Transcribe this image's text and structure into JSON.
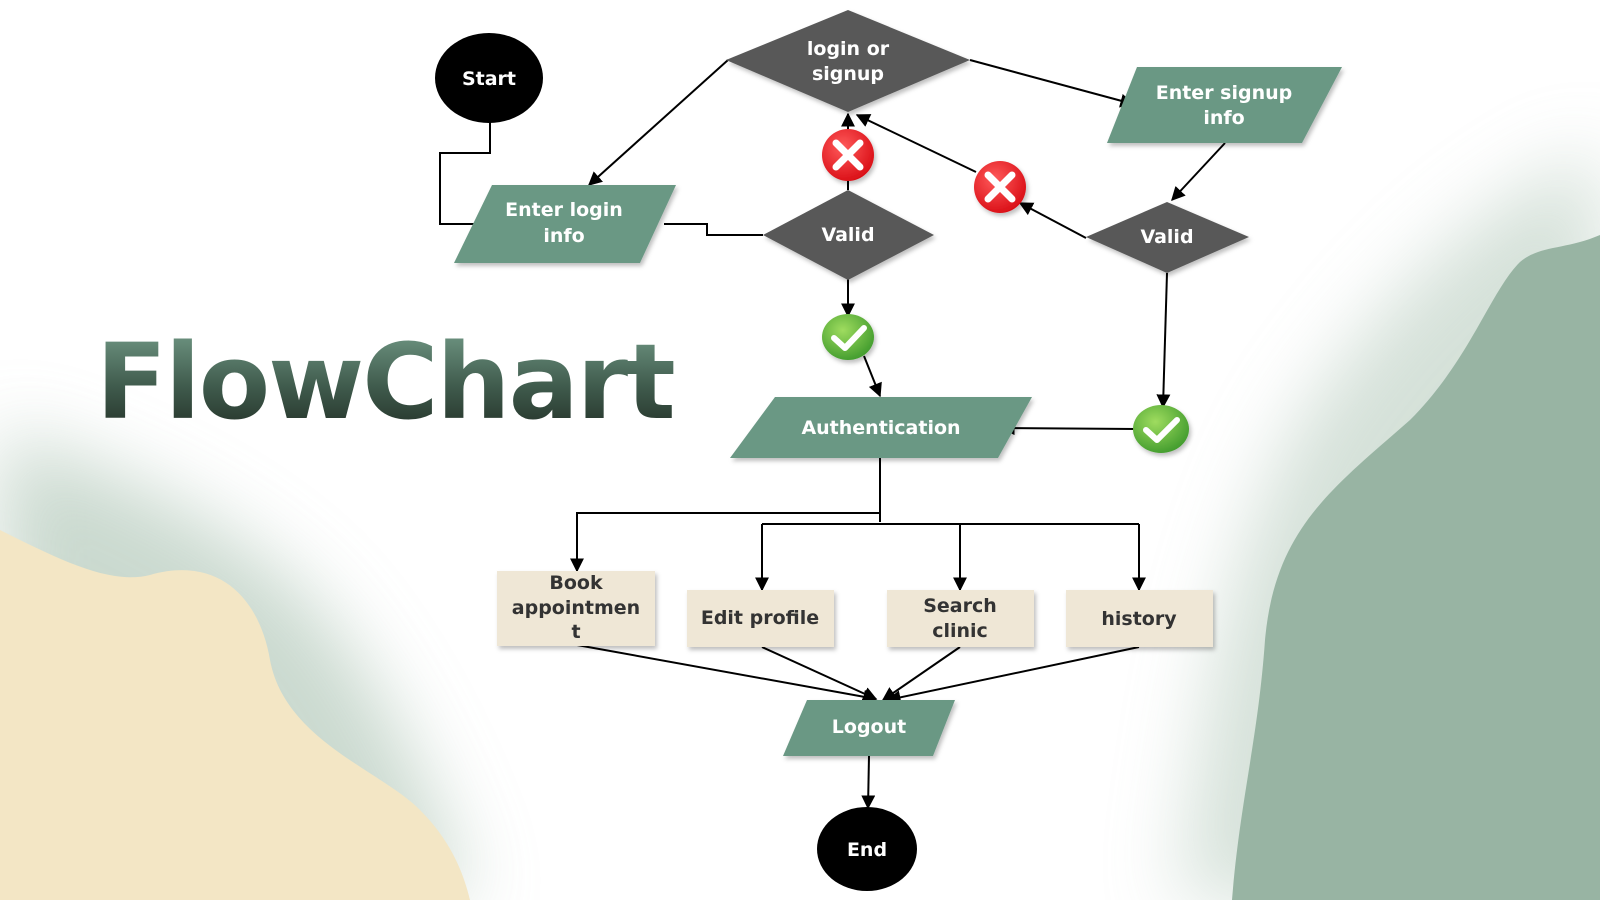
{
  "title": "FlowChart",
  "colors": {
    "decision": "#595959",
    "io": "#6b9884",
    "process": "#efe7d6",
    "terminal": "#000000",
    "cream_blob": "#f3e6c5",
    "sage_blob": "#98b4a3",
    "reject": "#e8131b",
    "accept": "#5aa83c"
  },
  "nodes": {
    "start": "Start",
    "login_or_signup": [
      "login or",
      "signup"
    ],
    "enter_signup_info": [
      "Enter signup",
      "info"
    ],
    "enter_login_info": [
      "Enter login",
      "info"
    ],
    "valid_login": "Valid",
    "valid_signup": "Valid",
    "authentication": "Authentication",
    "book_appointment": [
      "Book",
      "appointmen",
      "t"
    ],
    "edit_profile": "Edit profile",
    "search_clinic": [
      "Search",
      "clinic"
    ],
    "history": "history",
    "logout": "Logout",
    "end": "End"
  },
  "icons": {
    "reject": "close-icon",
    "accept": "check-icon"
  }
}
